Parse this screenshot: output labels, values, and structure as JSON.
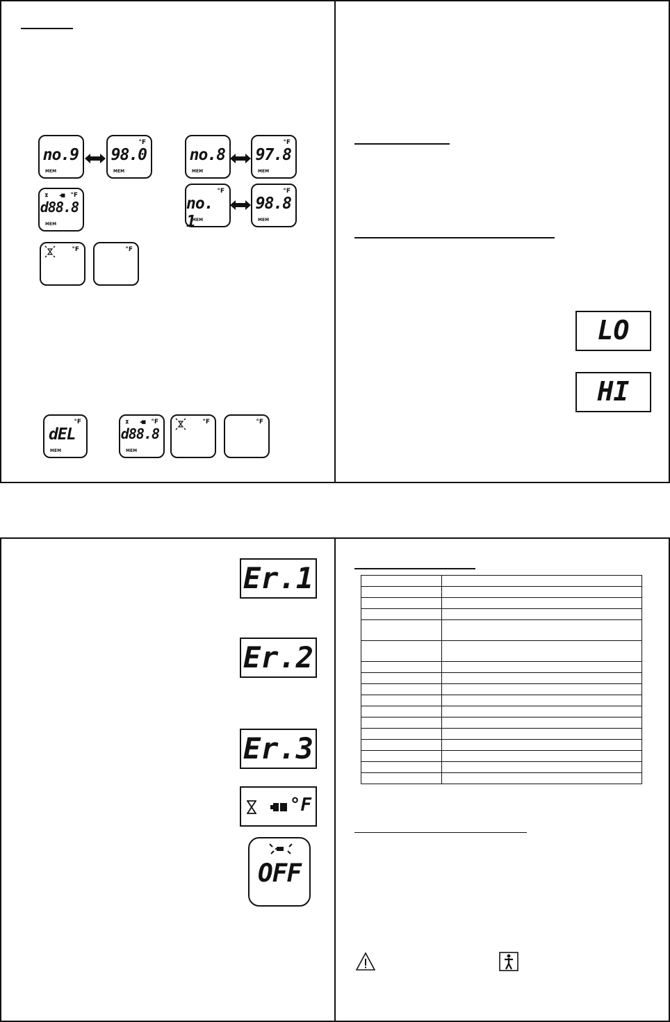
{
  "memory_displays": {
    "no9": {
      "label": "no.9",
      "mem": "MEM"
    },
    "t980": {
      "value": "98.0",
      "unit": "°F",
      "mem": "MEM"
    },
    "no8": {
      "label": "no.8",
      "mem": "MEM"
    },
    "t978": {
      "value": "97.8",
      "unit": "°F",
      "mem": "MEM"
    },
    "full": {
      "value": "d88.8",
      "unit": "°F",
      "mem": "MEM"
    },
    "no1": {
      "label": "no. 1",
      "unit": "°F",
      "mem": "MEM"
    },
    "t988": {
      "value": "98.8",
      "unit": "°F",
      "mem": "MEM"
    },
    "ready_blink": {
      "unit": "°F"
    },
    "ready": {
      "unit": "°F"
    }
  },
  "delete_displays": {
    "del": {
      "value": "dEL",
      "unit": "°F",
      "mem": "MEM"
    },
    "full": {
      "value": "d88.8",
      "unit": "°F",
      "mem": "MEM"
    },
    "ready_blink": {
      "unit": "°F"
    },
    "ready": {
      "unit": "°F"
    }
  },
  "range_displays": {
    "low": "LO",
    "high": "HI"
  },
  "error_displays": {
    "er1": "Er.1",
    "er2": "Er.2",
    "er3": "Er.3",
    "status_unit": "°F",
    "off": "OFF"
  },
  "spec_table": {
    "rows": 17
  }
}
